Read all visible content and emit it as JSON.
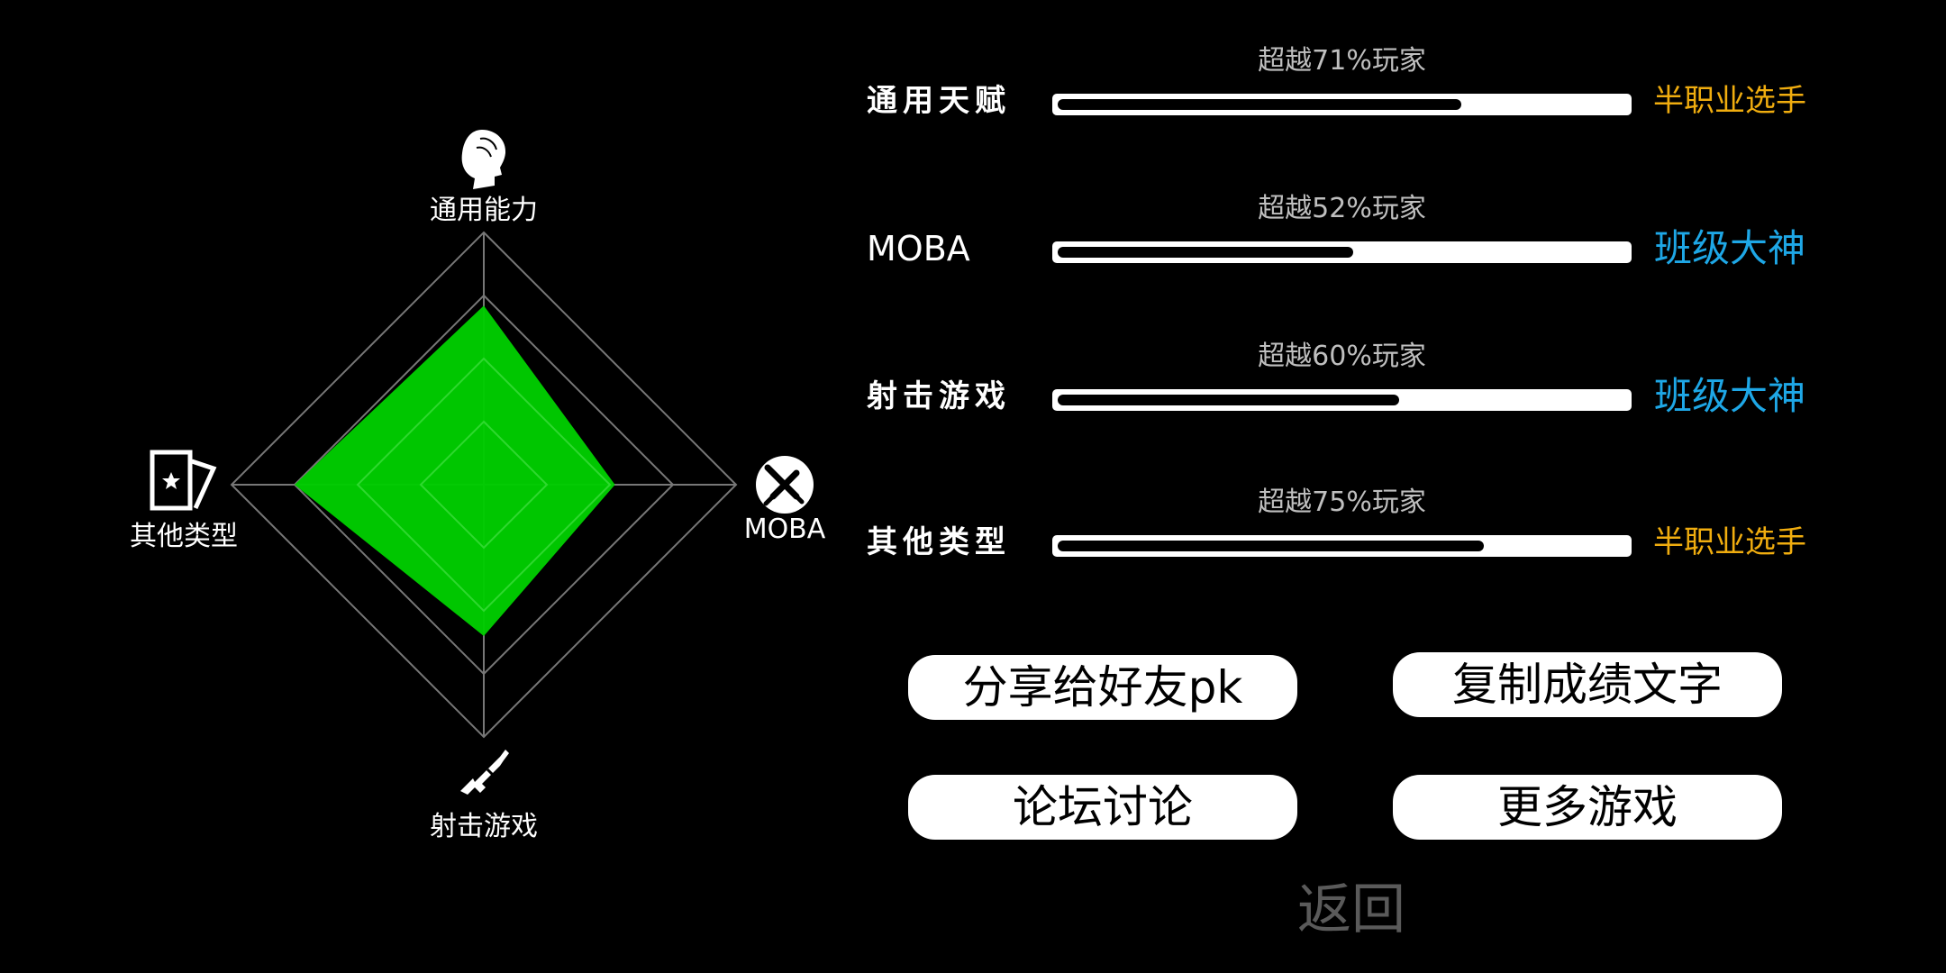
{
  "radar": {
    "axes": {
      "top": {
        "label": "通用能力",
        "icon": "head-profile-icon"
      },
      "right": {
        "label": "MOBA",
        "icon": "crossed-swords-icon"
      },
      "bottom": {
        "label": "射击游戏",
        "icon": "gun-icon"
      },
      "left": {
        "label": "其他类型",
        "icon": "star-cards-icon"
      }
    },
    "values": {
      "top": 0.71,
      "right": 0.52,
      "bottom": 0.6,
      "left": 0.75
    },
    "fill_color": "#00cc00",
    "grid_color": "#777777"
  },
  "stats": [
    {
      "label": "通用天赋",
      "caption": "超越71%玩家",
      "percent": 71,
      "rank": "半职业选手",
      "rank_color": "#f0ad0f"
    },
    {
      "label": "MOBA",
      "caption": "超越52%玩家",
      "percent": 52,
      "rank": "班级大神",
      "rank_color": "#1ea7e6"
    },
    {
      "label": "射击游戏",
      "caption": "超越60%玩家",
      "percent": 60,
      "rank": "班级大神",
      "rank_color": "#1ea7e6"
    },
    {
      "label": "其他类型",
      "caption": "超越75%玩家",
      "percent": 75,
      "rank": "半职业选手",
      "rank_color": "#f0ad0f"
    }
  ],
  "buttons": {
    "share": "分享给好友pk",
    "copy": "复制成绩文字",
    "forum": "论坛讨论",
    "more": "更多游戏"
  },
  "back_label": "返回"
}
